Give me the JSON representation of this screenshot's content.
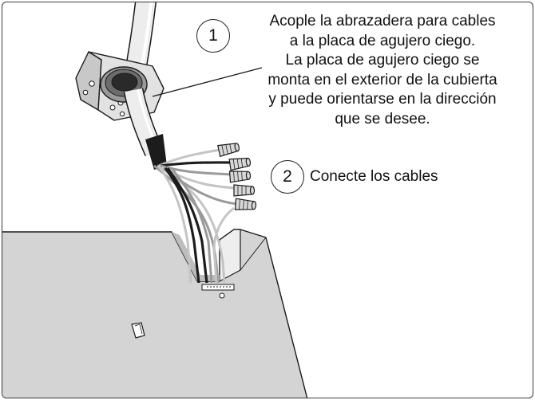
{
  "steps": [
    {
      "number": "1",
      "text_lines": [
        "Acople la abrazadera para cables",
        "a la placa de agujero ciego.",
        "La placa de agujero ciego se",
        "monta en el exterior de la cubierta",
        "y puede orientarse en la dirección",
        "que se desee."
      ]
    },
    {
      "number": "2",
      "text": "Conecte los cables"
    }
  ],
  "colors": {
    "panel_fill": "#d4d4d4",
    "bracket_fill": "#e2e2e2",
    "outline": "#1a1a1a",
    "wire_black": "#1c1c1c",
    "wire_gray": "#9a9a9a",
    "wire_light": "#c4c4c4",
    "wire_nut": "#d8d8d8"
  }
}
